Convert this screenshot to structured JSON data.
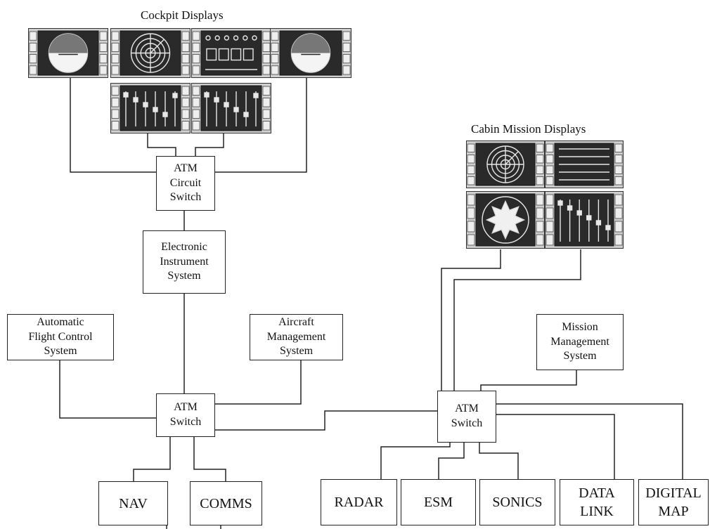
{
  "labels": {
    "cockpit": "Cockpit Displays",
    "cabin": "Cabin Mission Displays"
  },
  "boxes": {
    "atm_circuit_switch": "ATM\nCircuit\nSwitch",
    "eis": "Electronic\nInstrument\nSystem",
    "afcs": "Automatic\nFlight Control\nSystem",
    "ams": "Aircraft\nManagement\nSystem",
    "atm_switch_left": "ATM\nSwitch",
    "nav": "NAV",
    "comms": "COMMS",
    "mms": "Mission\nManagement\nSystem",
    "atm_switch_right": "ATM\nSwitch",
    "radar": "RADAR",
    "esm": "ESM",
    "sonics": "SONICS",
    "data_link": "DATA\nLINK",
    "digital_map": "DIGITAL\nMAP"
  },
  "display_screens": [
    "attitude-indicator",
    "radar-scope",
    "alphanumeric-readout",
    "attitude-indicator",
    "engine-bar-gauges",
    "engine-bar-gauges",
    "radar-scope",
    "text-list",
    "burst-scope",
    "engine-bar-gauges"
  ],
  "colors": {
    "line": "#222222",
    "screen": "#2a2a2a",
    "bezel": "#cfcfcf"
  }
}
